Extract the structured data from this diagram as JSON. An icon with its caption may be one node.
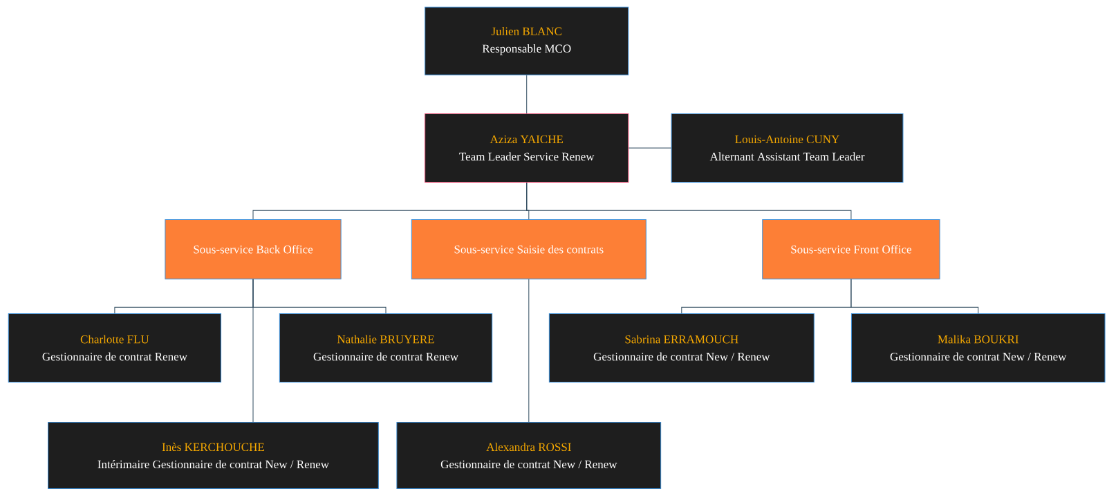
{
  "diagram": {
    "nodes": [
      {
        "text": [
          "Julien BLANC",
          "Responsable MCO"
        ]
      },
      {
        "text": [
          "Aziza YAICHE",
          "Team Leader Service Renew"
        ]
      },
      {
        "text": [
          "Louis-Antoine CUNY",
          "Alternant Assistant Team Leader"
        ]
      },
      {
        "text": [
          "Sous-service Back Office"
        ]
      },
      {
        "text": [
          "Sous-service Saisie des contrats"
        ]
      },
      {
        "text": [
          "Sous-service Front Office"
        ]
      },
      {
        "text": [
          "Charlotte FLU",
          "Gestionnaire de contrat Renew"
        ]
      },
      {
        "text": [
          "Nathalie BRUYERE",
          "Gestionnaire de contrat Renew"
        ]
      },
      {
        "text": [
          "Sabrina ERRAMOUCH",
          "Gestionnaire de contrat New / Renew"
        ]
      },
      {
        "text": [
          "Malika BOUKRI",
          "Gestionnaire de contrat New / Renew"
        ]
      },
      {
        "text": [
          "Inès KERCHOUCHE",
          "Intérimaire Gestionnaire de contrat New / Renew"
        ]
      },
      {
        "text": [
          "Alexandra ROSSI",
          "Gestionnaire de contrat New / Renew"
        ]
      }
    ],
    "edges": [
      {
        "from": 0,
        "to": 1,
        "arrow": "none"
      },
      {
        "from": 1,
        "to": 2,
        "arrow": "none"
      },
      {
        "from": 1,
        "to": 3,
        "arrow": "none"
      },
      {
        "from": 1,
        "to": 4,
        "arrow": "none"
      },
      {
        "from": 1,
        "to": 5,
        "arrow": "none"
      },
      {
        "from": 3,
        "to": 6,
        "arrow": "none"
      },
      {
        "from": 3,
        "to": 7,
        "arrow": "none"
      },
      {
        "from": 3,
        "to": 10,
        "arrow": "none"
      },
      {
        "from": 4,
        "to": 11,
        "arrow": "none"
      },
      {
        "from": 5,
        "to": 8,
        "arrow": "none"
      },
      {
        "from": 5,
        "to": 9,
        "arrow": "none"
      }
    ]
  }
}
